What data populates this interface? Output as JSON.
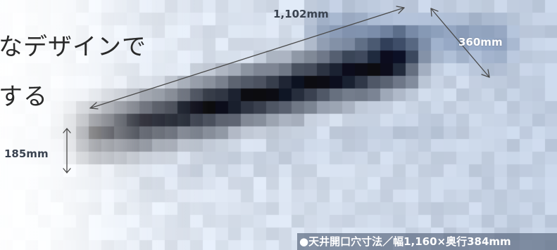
{
  "headline": {
    "line1": "なデザインで",
    "line2": "する"
  },
  "dimensions": {
    "width_label": "1,102mm",
    "depth_label": "360mm",
    "height_label": "185mm"
  },
  "caption": "●天井開口穴寸法／幅1,160×奥行384mm",
  "colors": {
    "caption_bar": "#5f6e84",
    "arrow": "#4a4a4a",
    "headline_text": "#2a2a2a"
  }
}
